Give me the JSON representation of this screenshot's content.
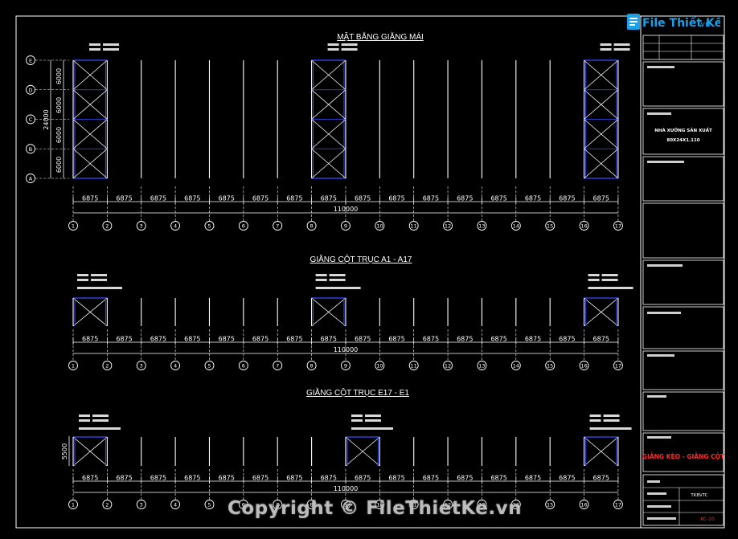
{
  "colors": {
    "background": "#000000",
    "frame": "#ffffff",
    "bracing": "#3a4cff",
    "text": "#ffffff",
    "accent": "#ff2a2a",
    "dim": "#ffffff",
    "grid_bubble": "#ffffff"
  },
  "logo": {
    "icon": "document-icon",
    "text": "File Thiết Kế",
    "suffix": ".vn"
  },
  "watermark": "Copyright © FileThietKe.vn",
  "grid_numbers": [
    "1",
    "2",
    "3",
    "4",
    "5",
    "6",
    "7",
    "8",
    "9",
    "10",
    "11",
    "12",
    "13",
    "14",
    "15",
    "16",
    "17"
  ],
  "grid_letters": [
    "E",
    "D",
    "C",
    "B",
    "A"
  ],
  "bay_label": "6875",
  "total_label": "110000",
  "views": [
    {
      "title": "MẶT BẰNG GIẰNG MÁI",
      "side_dims": [
        "6000",
        "6000",
        "6000",
        "6000"
      ],
      "side_total": "24000",
      "braced_bays": [
        1,
        8,
        16
      ]
    },
    {
      "title": "GIẰNG CỘT TRỤC A1 - A17",
      "braced_bays": [
        1,
        8,
        16
      ]
    },
    {
      "title": "GIẰNG CỘT TRỤC E17 - E1",
      "side_height": "5500",
      "braced_bays": [
        1,
        9,
        16
      ]
    }
  ],
  "title_block": {
    "project_line1": "NHÀ XƯỞNG SẢN XUẤT",
    "project_line2": "80X24X1.110",
    "drawing_title": "GIẰNG KÈO - GIẰNG CỘT",
    "tkbvtc": "TKBVTC",
    "sheet": "KC-10"
  }
}
